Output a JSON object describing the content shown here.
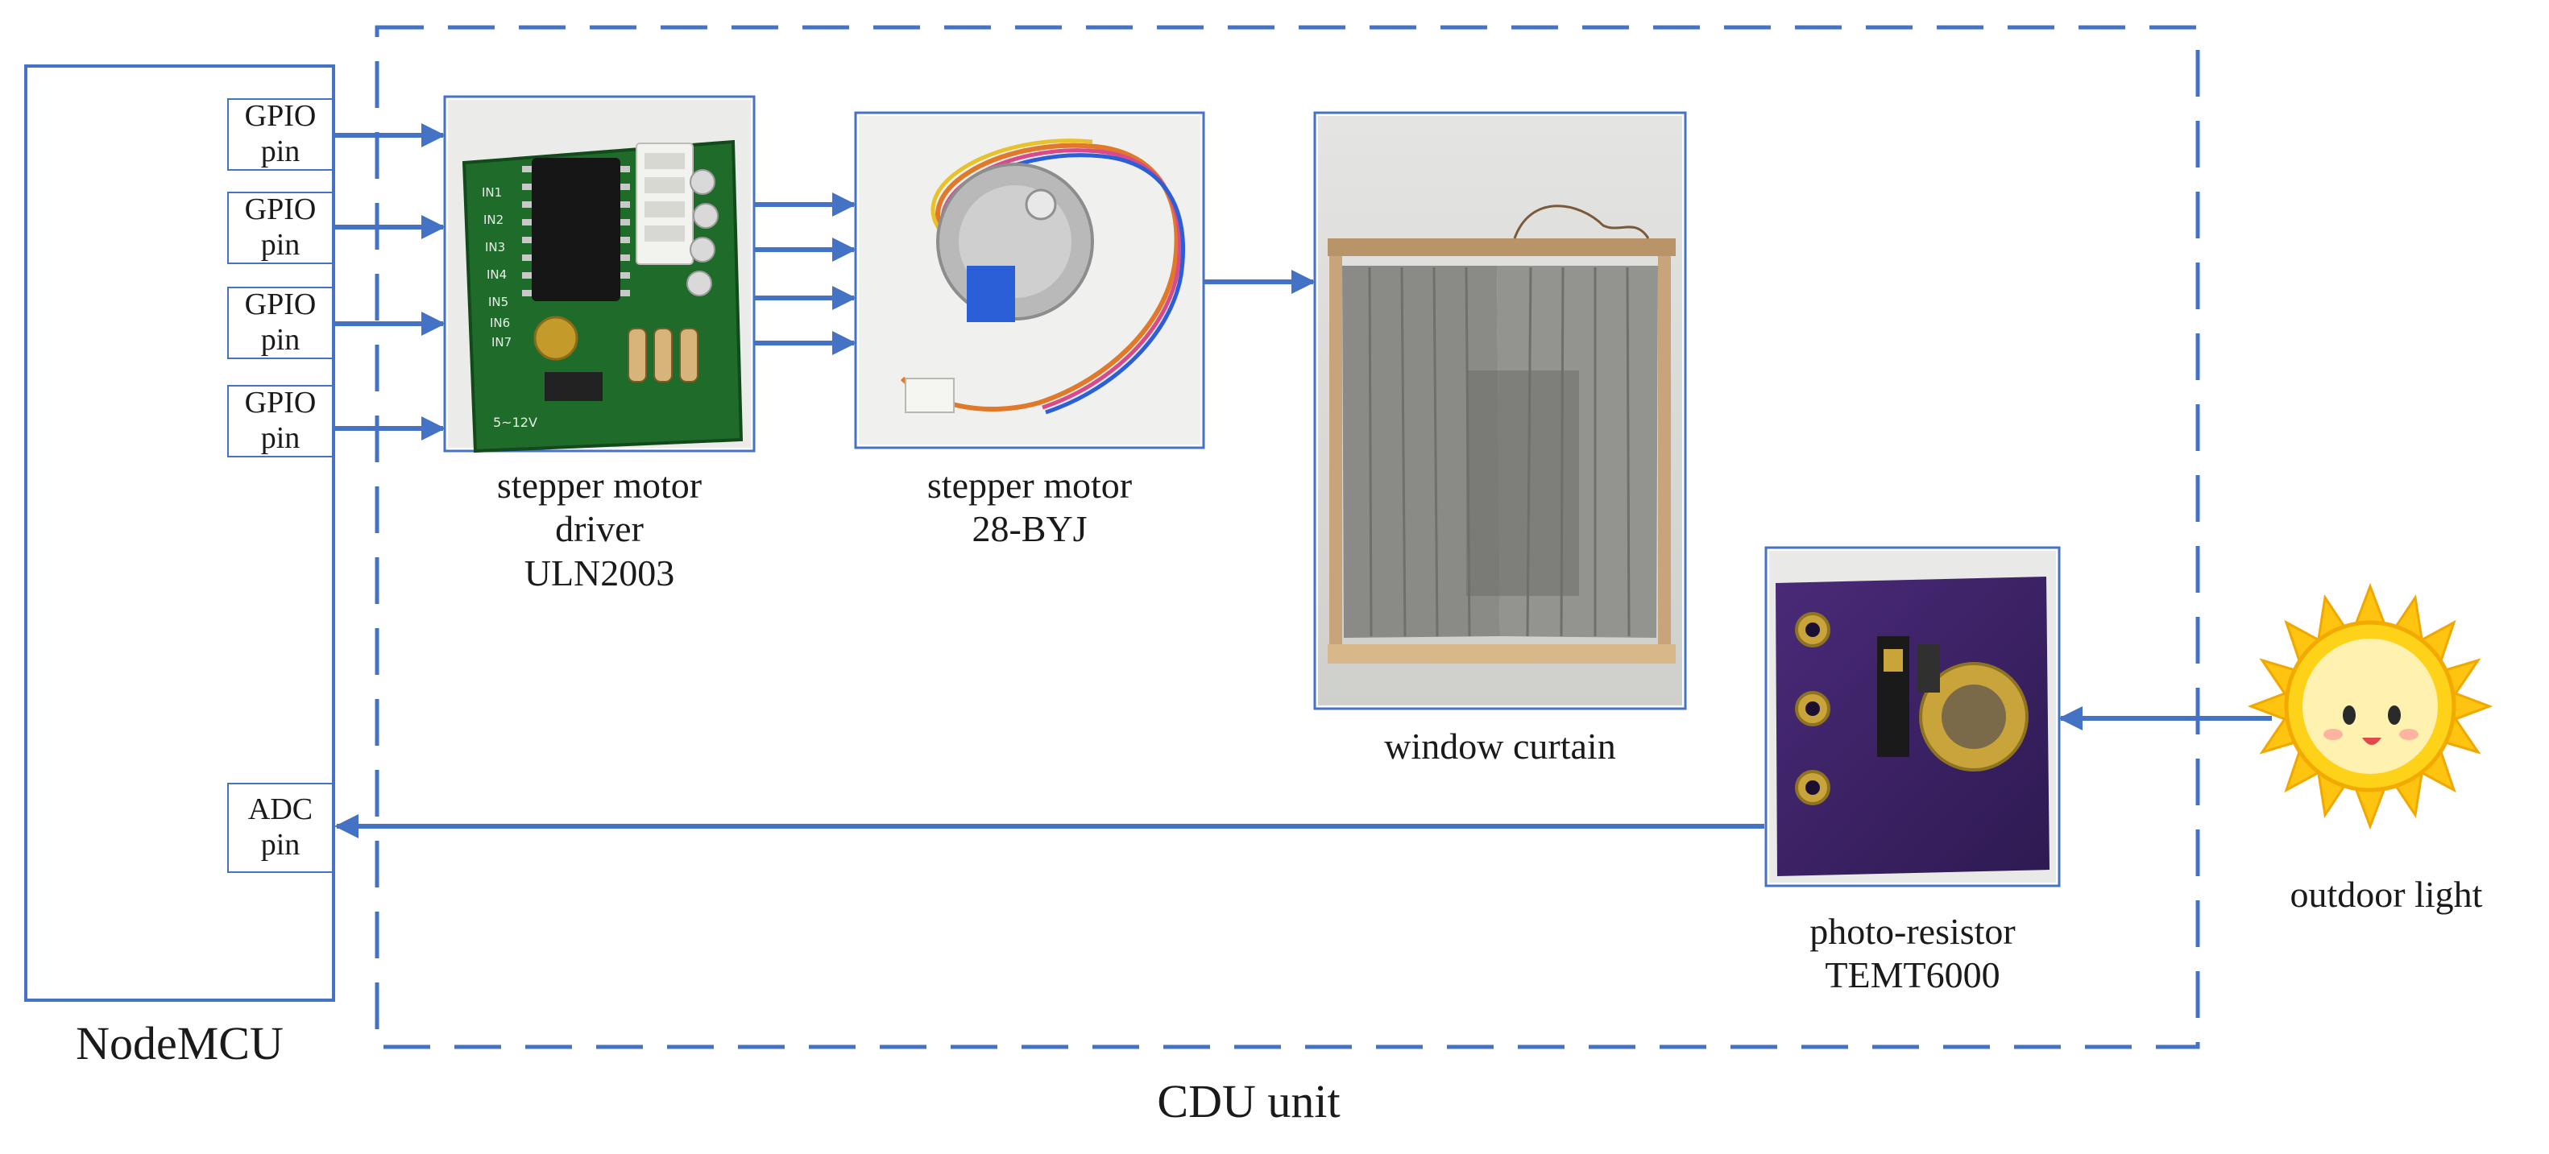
{
  "colors": {
    "connector": "#4472c4",
    "frame": "#4472c4",
    "sun_fill": "#ffd21a",
    "sun_face": "#fff2b0"
  },
  "nodemcu": {
    "label": "NodeMCU",
    "pins": [
      {
        "line1": "GPIO",
        "line2": "pin"
      },
      {
        "line1": "GPIO",
        "line2": "pin"
      },
      {
        "line1": "GPIO",
        "line2": "pin"
      },
      {
        "line1": "GPIO",
        "line2": "pin"
      }
    ],
    "adc_pin": {
      "line1": "ADC",
      "line2": "pin"
    }
  },
  "cdu": {
    "label": "CDU unit"
  },
  "components": {
    "driver": {
      "line1": "stepper motor",
      "line2": "driver",
      "line3": "ULN2003",
      "board_text": {
        "inputs": [
          "IN1",
          "IN2",
          "IN3",
          "IN4",
          "IN5",
          "IN6",
          "IN7"
        ],
        "voltage": "5~12V"
      }
    },
    "motor": {
      "line1": "stepper motor",
      "line2": "28-BYJ"
    },
    "curtain": {
      "line1": "window curtain"
    },
    "sensor": {
      "line1": "photo-resistor",
      "line2": "TEMT6000"
    },
    "light": {
      "line1": "outdoor light"
    }
  },
  "icons": [
    "stepper-driver-photo",
    "stepper-motor-photo",
    "curtain-photo",
    "photo-resistor-photo",
    "sun-icon"
  ]
}
